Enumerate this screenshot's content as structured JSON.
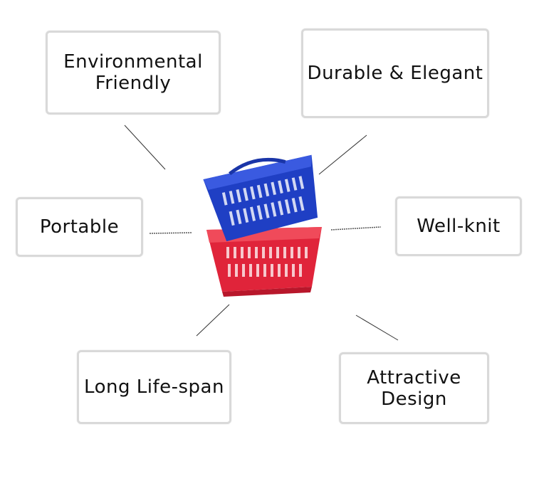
{
  "features": {
    "environmental": "Environmental\nFriendly",
    "durable": "Durable & Elegant",
    "portable": "Portable",
    "wellknit": "Well-knit",
    "longlife": "Long Life-span",
    "attractive": "Attractive\nDesign"
  },
  "colors": {
    "basket_top": "#1f3fc4",
    "basket_bottom": "#e0243a",
    "box_border": "#d9d9d9",
    "connector": "#333333"
  }
}
